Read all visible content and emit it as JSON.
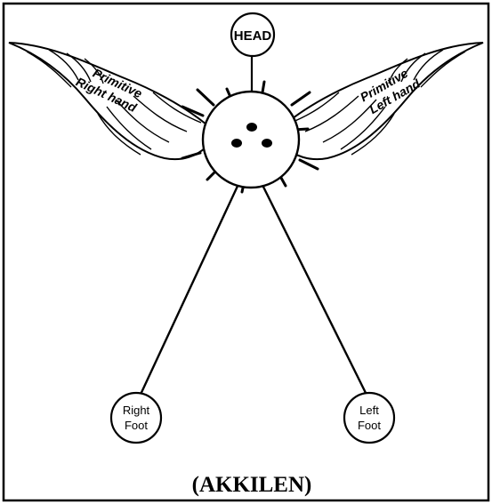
{
  "figure": {
    "head_label": "HEAD",
    "right_hand_label": {
      "line1": "Primitive",
      "line2": "Right hand"
    },
    "left_hand_label": {
      "line1": "Primitive",
      "line2": "Left hand"
    },
    "right_foot_label": {
      "line1": "Right",
      "line2": "Foot"
    },
    "left_foot_label": {
      "line1": "Left",
      "line2": "Foot"
    },
    "caption": "(AKKILEN)"
  },
  "colors": {
    "ink": "#000000",
    "paper": "#ffffff"
  }
}
